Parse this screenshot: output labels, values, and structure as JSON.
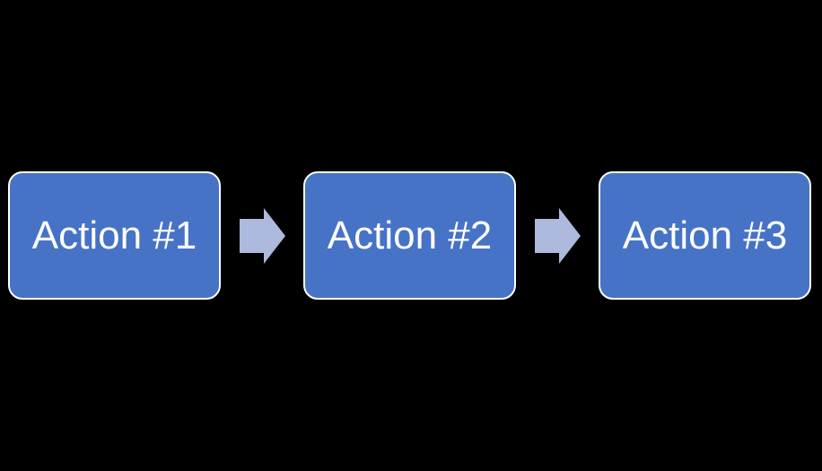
{
  "diagram": {
    "type": "process-flow",
    "colors": {
      "background": "#000000",
      "box_fill": "#4673c6",
      "box_border": "#ffffff",
      "arrow_fill": "#aeb9de",
      "text": "#ffffff"
    },
    "steps": [
      {
        "label": "Action #1"
      },
      {
        "label": "Action #2"
      },
      {
        "label": "Action #3"
      }
    ],
    "connector_icon": "right-block-arrow"
  }
}
